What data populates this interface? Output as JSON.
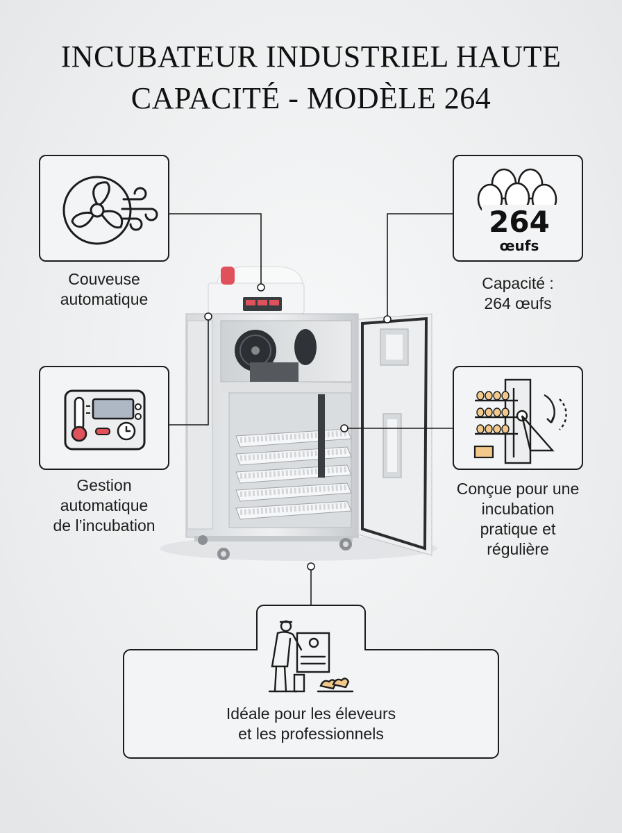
{
  "title": {
    "line1": "INCUBATEUR INDUSTRIEL HAUTE",
    "line2": "CAPACITÉ - MODÈLE 264"
  },
  "features": {
    "fan": {
      "icon": "fan-icon",
      "line1": "Couveuse",
      "line2": "automatique"
    },
    "capacity": {
      "icon": "eggs-icon",
      "badge_number": "264",
      "badge_unit": "œufs",
      "line1": "Capacité :",
      "line2": "264 œufs"
    },
    "control": {
      "icon": "control-panel-icon",
      "line1": "Gestion",
      "line2": "automatique",
      "line3": "de l’incubation"
    },
    "design": {
      "icon": "egg-turner-icon",
      "line1": "Conçue pour une",
      "line2": "incubation",
      "line3": "pratique et",
      "line4": "régulière"
    },
    "farmers": {
      "icon": "farmer-icon",
      "line1": "Idéale pour les éleveurs",
      "line2": "et les professionnels"
    }
  },
  "colors": {
    "outline": "#1c1c1c",
    "accent_red": "#e0525b",
    "steel": "#c9ccd0"
  }
}
